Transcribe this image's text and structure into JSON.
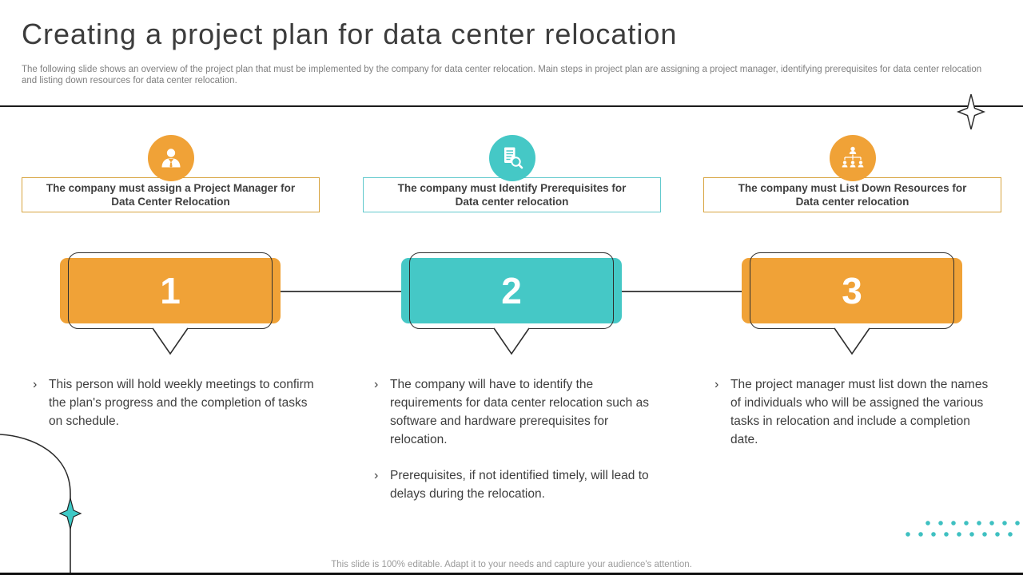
{
  "slide": {
    "title": "Creating a project plan for data center relocation",
    "subtitle": "The following slide shows an overview of the project plan that must be implemented by the company for data center relocation. Main steps in project plan are assigning a project manager, identifying prerequisites for data center relocation and listing down resources for data center relocation.",
    "footer": "This slide is 100% editable. Adapt it to your needs and capture your audience's attention.",
    "bullet_char": "›"
  },
  "colors": {
    "orange": "#F0A237",
    "teal": "#45C8C6",
    "orange_border": "#D7A43F",
    "teal_border": "#62C9CD",
    "dark_text": "#3e3e3e",
    "outline": "#2f2f2f"
  },
  "columns": [
    {
      "icon": "project-manager-icon",
      "accent": "#F0A237",
      "heading": "The company must assign a Project Manager for Data Center Relocation",
      "number": "1",
      "bullets": [
        "This person will hold weekly meetings to confirm the plan's progress and the completion of tasks on schedule."
      ]
    },
    {
      "icon": "document-search-icon",
      "accent": "#45C8C6",
      "heading": "The company must Identify Prerequisites for Data center relocation",
      "number": "2",
      "bullets": [
        "The company will have to identify the requirements for data center relocation such as software and hardware prerequisites for relocation.",
        "Prerequisites, if not identified timely, will lead to delays during the relocation."
      ]
    },
    {
      "icon": "org-chart-icon",
      "accent": "#F0A237",
      "heading": "The company must List Down Resources for Data center relocation",
      "number": "3",
      "bullets": [
        "The project manager must list down the names of individuals who will be assigned the various tasks in relocation and include a completion date."
      ]
    }
  ],
  "decorations": [
    "four-point-star-icon",
    "teal-four-point-star-icon",
    "dotted-grid",
    "corner-curve-line"
  ]
}
